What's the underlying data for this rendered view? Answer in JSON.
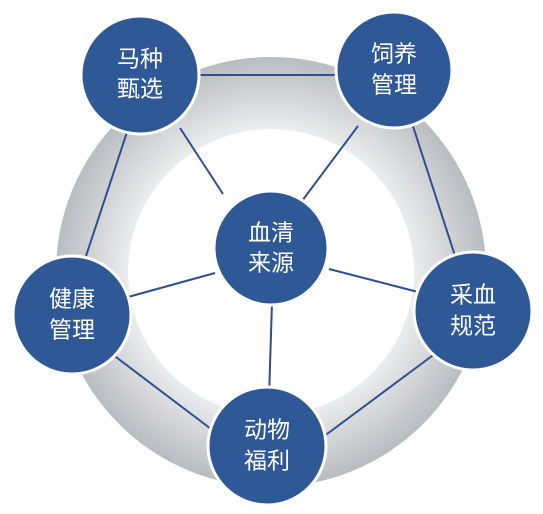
{
  "center": {
    "line1": "血清",
    "line2": "来源"
  },
  "nodes": [
    {
      "id": "breeding-selection",
      "line1": "马种",
      "line2": "甄选"
    },
    {
      "id": "feeding-management",
      "line1": "饲养",
      "line2": "管理"
    },
    {
      "id": "blood-collection-standard",
      "line1": "采血",
      "line2": "规范"
    },
    {
      "id": "animal-welfare",
      "line1": "动物",
      "line2": "福利"
    },
    {
      "id": "health-management",
      "line1": "健康",
      "line2": "管理"
    }
  ],
  "colors": {
    "node_fill": "#2f5896",
    "line": "#2f4f8f",
    "ring_outer": "#c4c6ca",
    "ring_inner": "#eef0f2"
  }
}
